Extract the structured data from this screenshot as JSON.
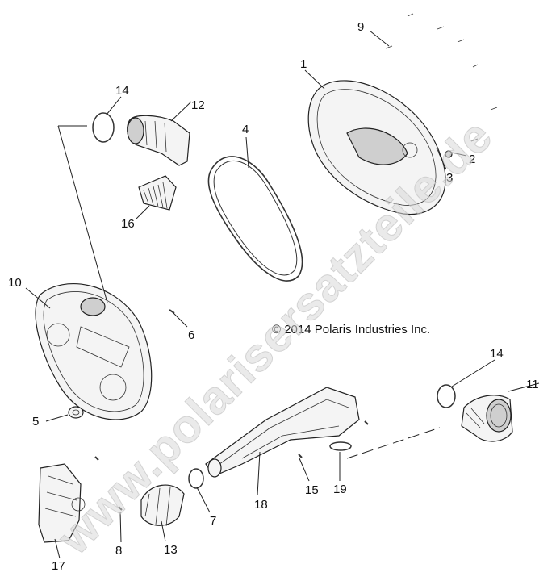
{
  "copyright": "© 2014 Polaris Industries Inc.",
  "watermark": "www.polarisersatzteile.de",
  "callouts": {
    "c1": "1",
    "c2": "2",
    "c3": "3",
    "c4": "4",
    "c5": "5",
    "c6": "6",
    "c7": "7",
    "c8": "8",
    "c9": "9",
    "c10": "10",
    "c11": "11",
    "c12": "12",
    "c13": "13",
    "c14a": "14",
    "c14b": "14",
    "c15": "15",
    "c16": "16",
    "c17": "17",
    "c18": "18",
    "c19": "19"
  }
}
